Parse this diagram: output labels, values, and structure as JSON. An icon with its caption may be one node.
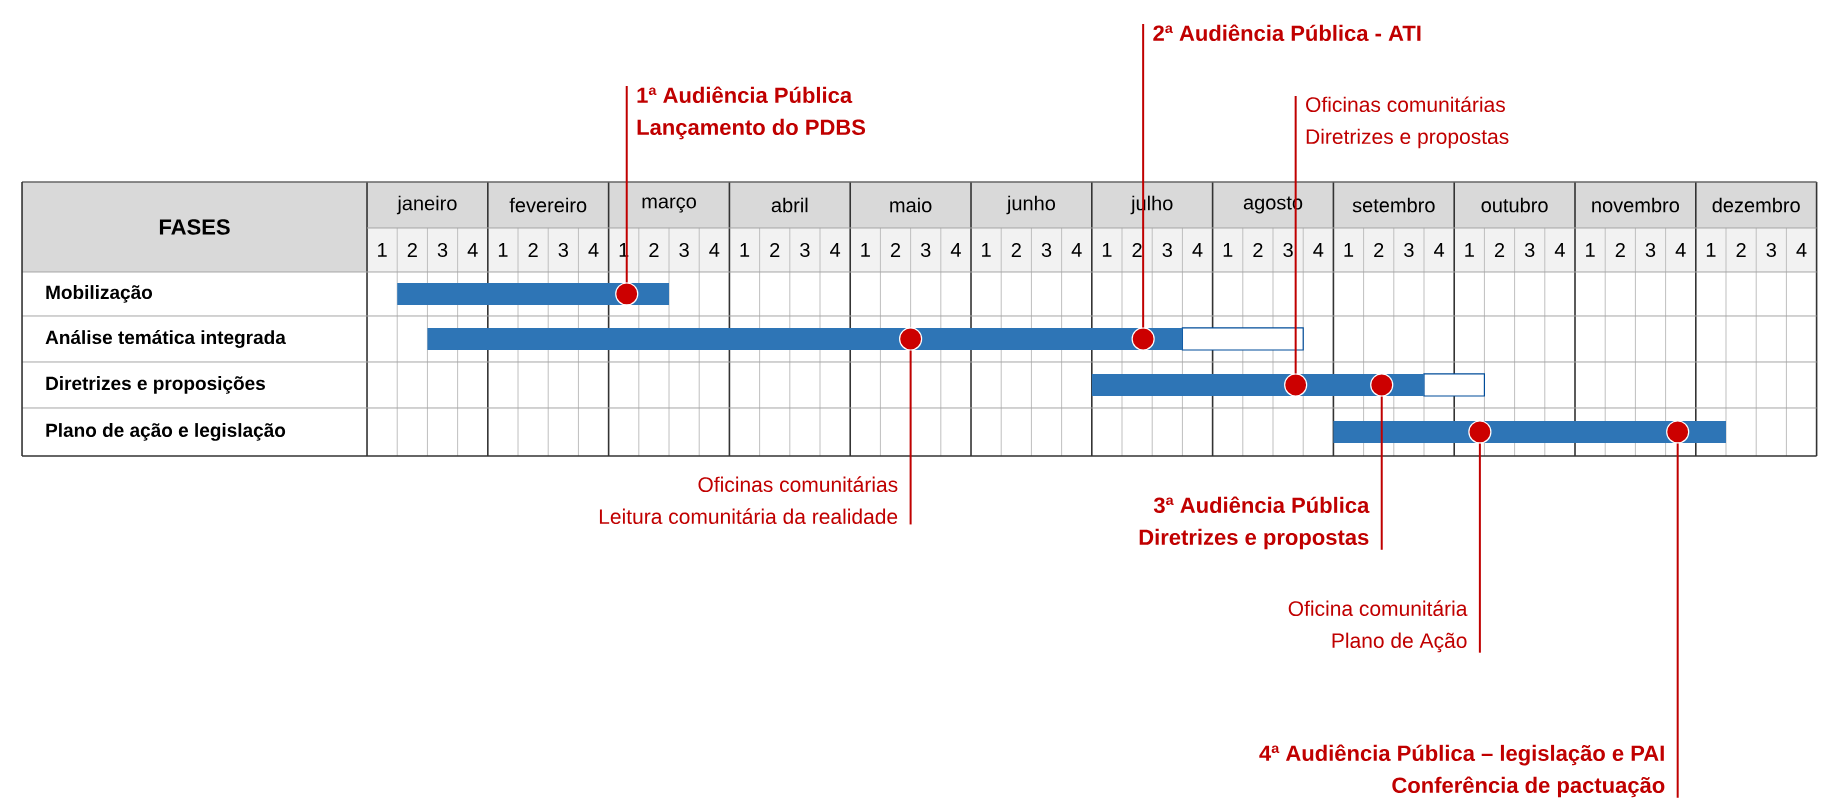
{
  "diagram": {
    "nodes": [
      {
        "text": [
          "2ª Audiência Pública - ATI"
        ]
      },
      {
        "text": [
          "1ª Audiência Pública",
          "Lançamento do PDBS"
        ]
      },
      {
        "text": [
          "Oficinas comunitárias",
          "Diretrizes e propostas"
        ]
      },
      {
        "text": [
          "Oficinas comunitárias",
          "Leitura comunitária da realidade"
        ]
      },
      {
        "text": [
          "3ª Audiência Pública",
          "Diretrizes e propostas"
        ]
      },
      {
        "text": [
          "Oficina comunitária",
          "Plano de Ação"
        ]
      },
      {
        "text": [
          "4ª Audiência Pública – legislação e PAI",
          "Conferência de pactuação"
        ]
      },
      {
        "text": [],
        "shape": "circle"
      },
      {
        "text": [],
        "shape": "circle"
      },
      {
        "text": [],
        "shape": "circle"
      },
      {
        "text": [],
        "shape": "circle"
      },
      {
        "text": [],
        "shape": "circle"
      },
      {
        "text": [],
        "shape": "circle"
      },
      {
        "text": [],
        "shape": "circle"
      }
    ],
    "edges": [
      {
        "from": 0,
        "to": 9,
        "arrow": "none"
      },
      {
        "from": 1,
        "to": 7,
        "arrow": "none"
      },
      {
        "from": 2,
        "to": 10,
        "arrow": "none"
      },
      {
        "from": 3,
        "to": 8,
        "arrow": "none"
      },
      {
        "from": 4,
        "to": 11,
        "arrow": "none"
      },
      {
        "from": 5,
        "to": 12,
        "arrow": "none"
      },
      {
        "from": 6,
        "to": 13,
        "arrow": "none"
      }
    ],
    "labels": [
      "FASES",
      "janeiro",
      "fevereiro",
      "março",
      "abril",
      "maio",
      "junho",
      "julho",
      "agosto",
      "setembro",
      "outubro",
      "novembro",
      "dezembro",
      "1",
      "2",
      "3",
      "4",
      "1",
      "2",
      "3",
      "4",
      "1",
      "2",
      "3",
      "4",
      "1",
      "2",
      "3",
      "4",
      "1",
      "2",
      "3",
      "4",
      "1",
      "2",
      "3",
      "4",
      "1",
      "2",
      "3",
      "4",
      "1",
      "2",
      "3",
      "4",
      "1",
      "2",
      "3",
      "4",
      "1",
      "2",
      "3",
      "4",
      "1",
      "2",
      "3",
      "4",
      "1",
      "2",
      "3",
      "4",
      "Mobilização",
      "Análise temática integrada",
      "Diretrizes e proposições",
      "Plano de ação e legislação"
    ]
  }
}
